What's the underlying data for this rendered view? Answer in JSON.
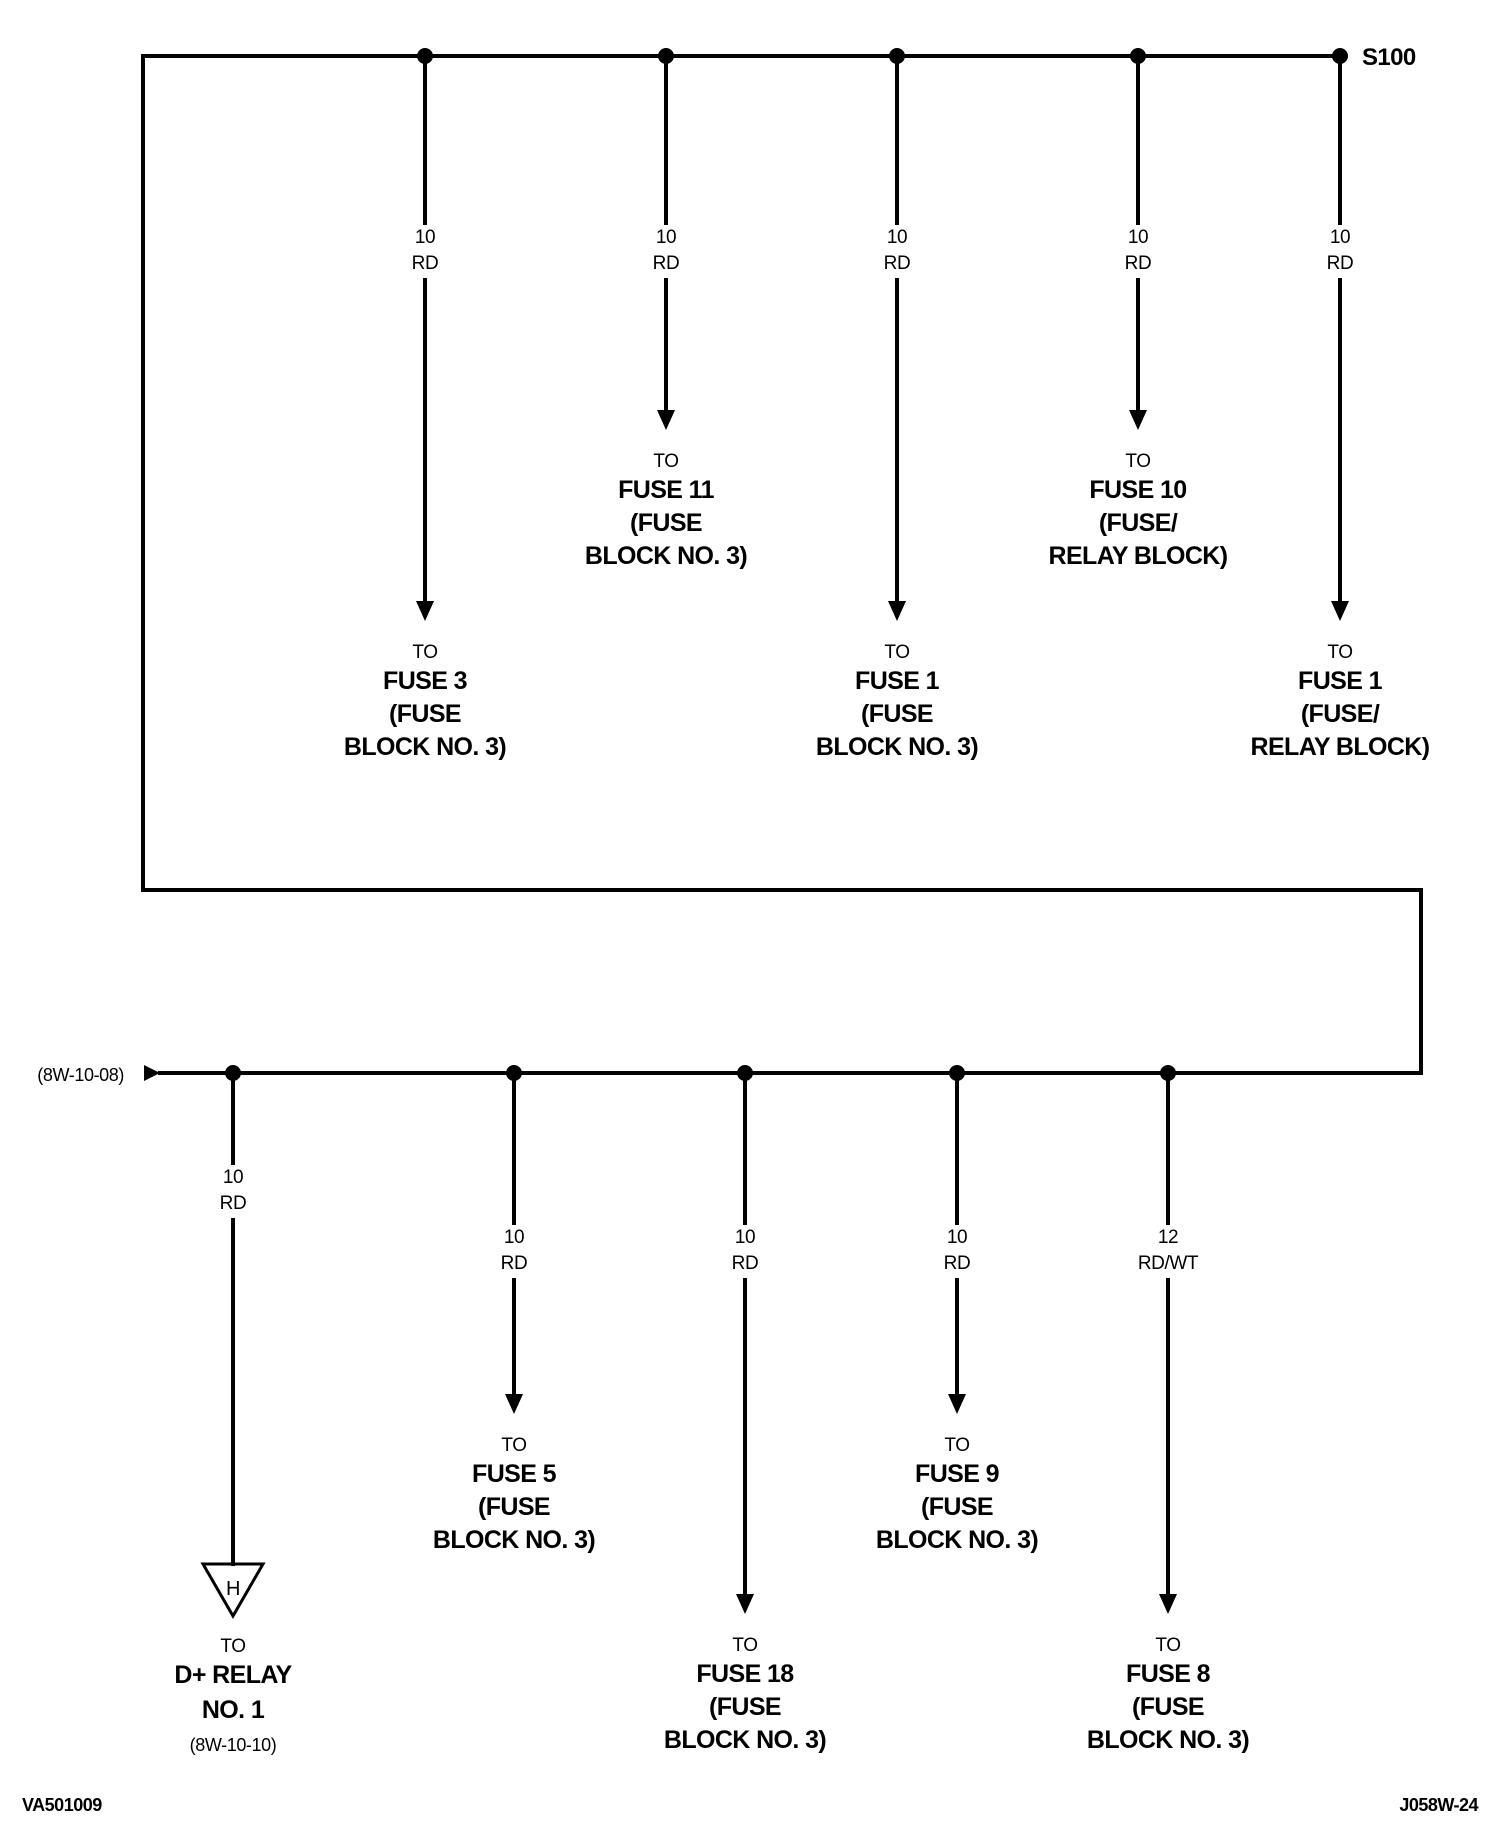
{
  "splice_label": "S100",
  "input_ref": "(8W-10-08)",
  "to_word": "TO",
  "top_branches": [
    {
      "gauge": "10",
      "color": "RD",
      "dest": [
        "FUSE 3",
        "(FUSE",
        "BLOCK NO. 3)"
      ]
    },
    {
      "gauge": "10",
      "color": "RD",
      "dest": [
        "FUSE 11",
        "(FUSE",
        "BLOCK NO. 3)"
      ]
    },
    {
      "gauge": "10",
      "color": "RD",
      "dest": [
        "FUSE 1",
        "(FUSE",
        "BLOCK NO. 3)"
      ]
    },
    {
      "gauge": "10",
      "color": "RD",
      "dest": [
        "FUSE 10",
        "(FUSE/",
        "RELAY BLOCK)"
      ]
    },
    {
      "gauge": "10",
      "color": "RD",
      "dest": [
        "FUSE 1",
        "(FUSE/",
        "RELAY BLOCK)"
      ]
    }
  ],
  "bottom_branches": [
    {
      "gauge": "10",
      "color": "RD",
      "connector": "H",
      "dest": [
        "D+ RELAY",
        "NO. 1"
      ],
      "ref": "(8W-10-10)"
    },
    {
      "gauge": "10",
      "color": "RD",
      "dest": [
        "FUSE 5",
        "(FUSE",
        "BLOCK NO. 3)"
      ]
    },
    {
      "gauge": "10",
      "color": "RD",
      "dest": [
        "FUSE 18",
        "(FUSE",
        "BLOCK NO. 3)"
      ]
    },
    {
      "gauge": "10",
      "color": "RD",
      "dest": [
        "FUSE 9",
        "(FUSE",
        "BLOCK NO. 3)"
      ]
    },
    {
      "gauge": "12",
      "color": "RD/WT",
      "dest": [
        "FUSE 8",
        "(FUSE",
        "BLOCK NO. 3)"
      ]
    }
  ],
  "footer": {
    "left_code": "VA501009",
    "right_code": "J058W-24"
  }
}
